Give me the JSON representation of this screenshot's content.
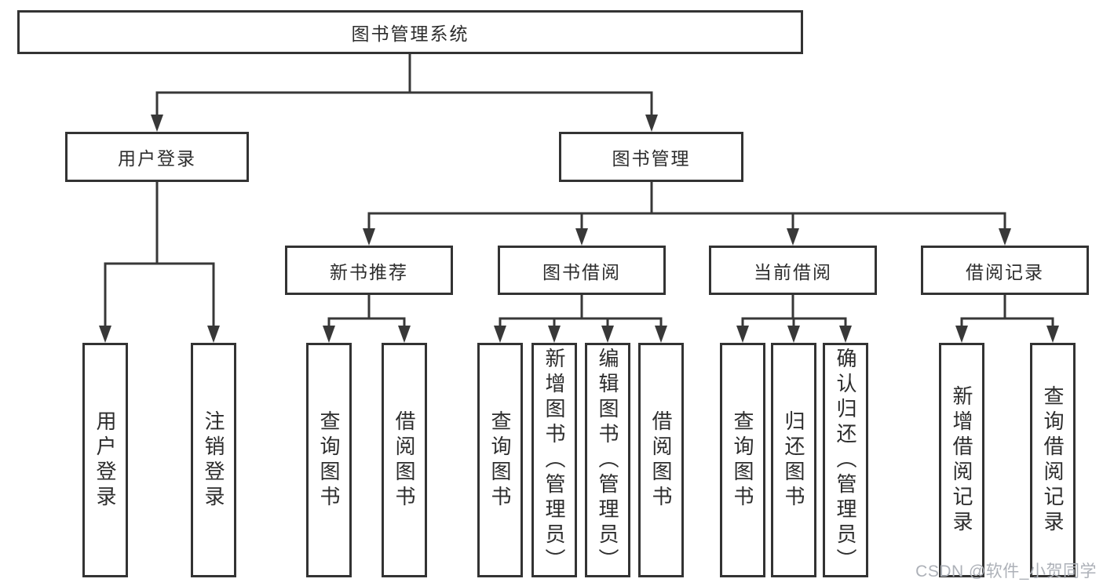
{
  "tree": {
    "root": {
      "label": "图书管理系统"
    },
    "branches": [
      {
        "label": "用户登录",
        "children": [
          {
            "label": "用户登录"
          },
          {
            "label": "注销登录"
          }
        ]
      },
      {
        "label": "图书管理",
        "groups": [
          {
            "label": "新书推荐",
            "children": [
              {
                "label": "查询图书"
              },
              {
                "label": "借阅图书"
              }
            ]
          },
          {
            "label": "图书借阅",
            "children": [
              {
                "label": "查询图书"
              },
              {
                "label": "新增图书（管理员）"
              },
              {
                "label": "编辑图书（管理员）"
              },
              {
                "label": "借阅图书"
              }
            ]
          },
          {
            "label": "当前借阅",
            "children": [
              {
                "label": "查询图书"
              },
              {
                "label": "归还图书"
              },
              {
                "label": "确认归还（管理员）"
              }
            ]
          },
          {
            "label": "借阅记录",
            "children": [
              {
                "label": "新增借阅记录"
              },
              {
                "label": "查询借阅记录"
              }
            ]
          }
        ]
      }
    ]
  },
  "watermark": {
    "text": "CSDN @软件_小贺同学"
  },
  "colors": {
    "line": "#383838",
    "border": "#333333",
    "text": "#2d2d2d",
    "watermark": "#adb1b8"
  }
}
